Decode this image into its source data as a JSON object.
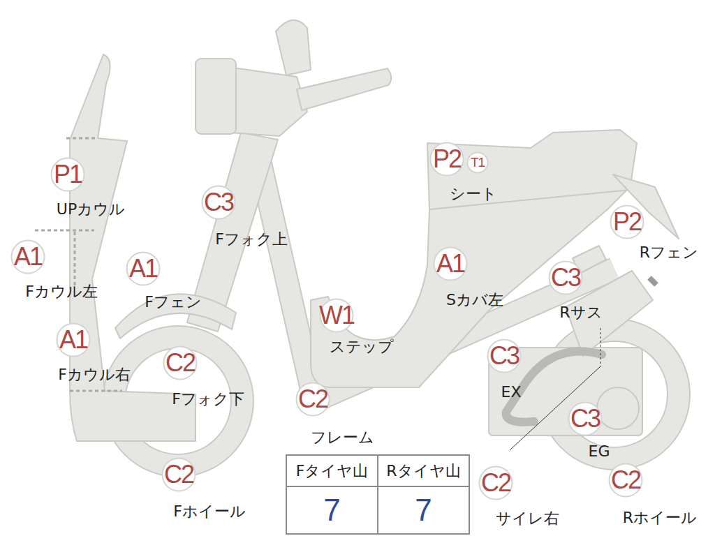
{
  "diagram": {
    "nodes": [
      {
        "text": [
          "P1",
          "UPカウル"
        ]
      },
      {
        "text": [
          "A1",
          "Fカウル左"
        ]
      },
      {
        "text": [
          "A1",
          "Fカウル右"
        ]
      },
      {
        "text": [
          "A1",
          "Fフェン"
        ]
      },
      {
        "text": [
          "C3",
          "Fフォク上"
        ]
      },
      {
        "text": [
          "C2",
          "Fフォク下"
        ]
      },
      {
        "text": [
          "C2",
          "Fホイール"
        ]
      },
      {
        "text": [
          "P2",
          "シート"
        ]
      },
      {
        "text": [
          "T1"
        ]
      },
      {
        "text": [
          "A1",
          "Sカバ左"
        ]
      },
      {
        "text": [
          "W1",
          "ステップ"
        ]
      },
      {
        "text": [
          "C2",
          "フレーム"
        ]
      },
      {
        "text": [
          "P2",
          "Rフェン"
        ]
      },
      {
        "text": [
          "C3",
          "Rサス"
        ]
      },
      {
        "text": [
          "C3",
          "EX"
        ]
      },
      {
        "text": [
          "C3",
          "EG"
        ]
      },
      {
        "text": [
          "C2",
          "サイレ右"
        ]
      },
      {
        "text": [
          "C2",
          "Rホイール"
        ]
      }
    ],
    "labels": [
      "Fタイヤ山",
      "Rタイヤ山",
      "7",
      "7"
    ]
  }
}
